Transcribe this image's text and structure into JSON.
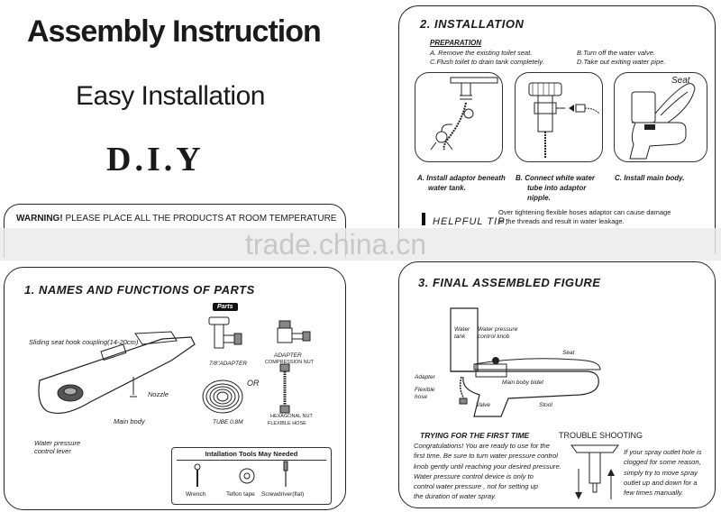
{
  "header": {
    "title": "Assembly Instruction",
    "subtitle": "Easy Installation",
    "diy": "D.I.Y"
  },
  "warning": {
    "label": "WARNING!",
    "text": " PLEASE PLACE ALL THE PRODUCTS AT ROOM TEMPERATURE"
  },
  "watermark": "trade.china.cn",
  "installation": {
    "title": "2. INSTALLATION",
    "preparation_heading": "PREPARATION",
    "prep_a": "A. Remove the existing toilet seat.",
    "prep_b": "B.Turn off the water valve.",
    "prep_c": "C.Flush toilet to drain tank completely.",
    "prep_d": "D.Take out exiting water pipe.",
    "seat_label": "Seat",
    "step_a_line1": "A.  Install adaptor beneath",
    "step_a_line2": "water tank.",
    "step_b_line1": "B.  Connect white water",
    "step_b_line2": "tube into adaptor",
    "step_b_line3": "nipple.",
    "step_c": "C.  Install main body.",
    "tip_label": "HELPFUL TIP:",
    "tip_line1": "Over tightening flexible hoses adaptor can cause damage",
    "tip_line2": "to the threads and result in water leakage."
  },
  "parts": {
    "title": "1. NAMES AND FUNCTIONS OF PARTS",
    "tag": "Parts",
    "sliding": "Sliding seat hook coupling(14-20cm)",
    "nozzle": "Nozzle",
    "main_body": "Main body",
    "lever_line1": "Water  pressure",
    "lever_line2": "control lever",
    "adapter_78": "7/8\"ADAPTER",
    "adapter_line1": "ADAPTER",
    "adapter_line2": "COMPRESSION NUT",
    "or": "OR",
    "tube": "TUBE 0.8M",
    "hose_line1": "HEXAGONAL NUT",
    "hose_line2": "FLEXIBLE HOSE",
    "tools_title": "Intallation Tools May Needed",
    "tool_wrench": "Wrench",
    "tool_teflon": "Teflon tape",
    "tool_screwdriver": "Screwdriver(flat)"
  },
  "final": {
    "title": "3. FINAL ASSEMBLED FIGURE",
    "water_tank_1": "Water",
    "water_tank_2": "tank",
    "knob_1": "Water pressure",
    "knob_2": "control knob",
    "seat": "Seat",
    "adapter": "Adapter",
    "hose_1": "Flexible",
    "hose_2": "hose",
    "main_body_bidet": "Main boby bidet",
    "valve": "Valve",
    "stool": "Stool",
    "trying_title": "TRYING FOR THE FIRST TIME",
    "trying_lines": [
      "Congratulations! You are ready to use for the",
      "first time. Be sure to turn water pressure control",
      "knob gently until reaching your desired pressure.",
      "Water pressure control device is only to",
      "control water pressure , not for setting up",
      "the duration of water spray."
    ],
    "trouble_title": "TROUBLE SHOOTING",
    "trouble_lines": [
      "If your spray outlet hole is",
      "clogged for some reason,",
      "simply try to move spray",
      "outlet up and down for a",
      "few times manually."
    ]
  }
}
